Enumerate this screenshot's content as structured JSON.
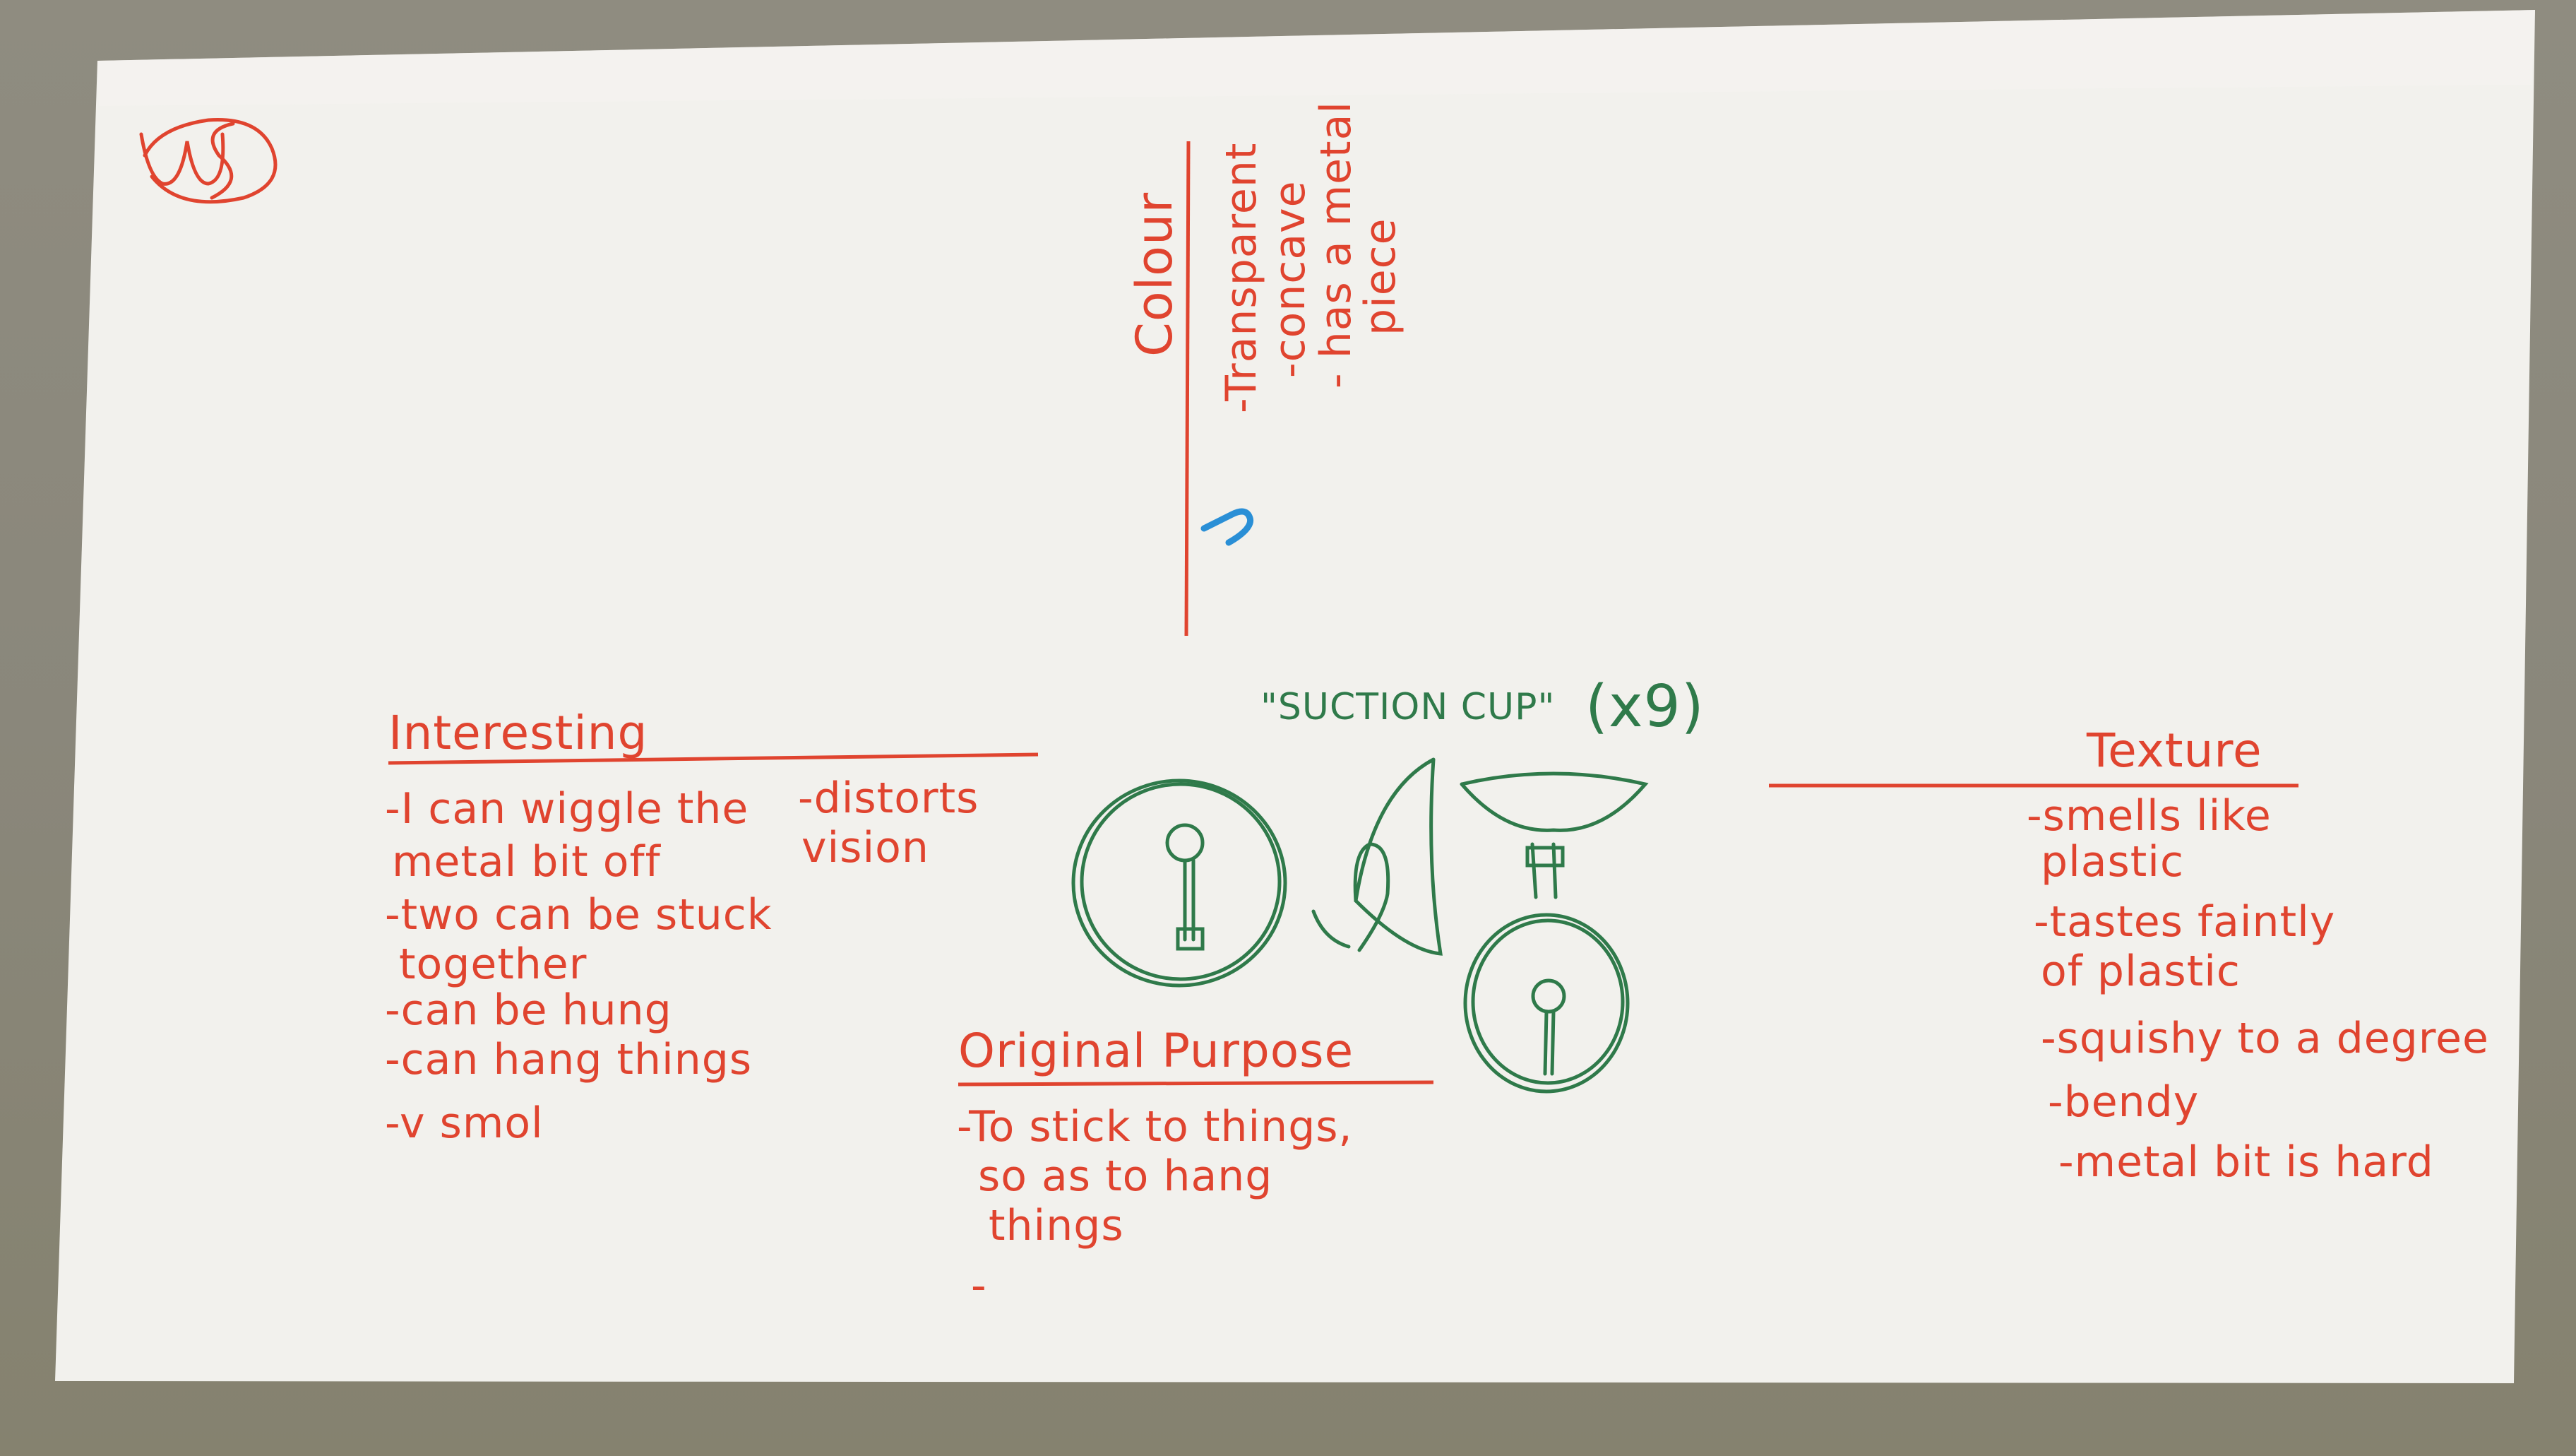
{
  "colors": {
    "paper": "#f2f1ed",
    "table": "#8a877b",
    "red_ink": "#e0442f",
    "green_ink": "#2f7a4a",
    "blue_ink": "#2a8fd6"
  },
  "colour_section": {
    "heading": "Colour",
    "items": [
      "-Transparent",
      "-concave",
      "- has a metal",
      "piece"
    ]
  },
  "interesting_section": {
    "heading": "Interesting",
    "items": [
      "-I can wiggle the",
      "metal bit off",
      "-two can be stuck",
      "together",
      "-can be hung",
      "-can hang things",
      "-v smol"
    ],
    "side_items": [
      "-distorts",
      "vision"
    ]
  },
  "object_label": {
    "name": "\"SUCTION CUP\"",
    "count": "(x9)"
  },
  "texture_section": {
    "heading": "Texture",
    "items": [
      "-smells like",
      "plastic",
      "-tastes faintly",
      "of plastic",
      "-squishy to a degree",
      "-bendy",
      "-metal bit is hard"
    ]
  },
  "purpose_section": {
    "heading": "Original Purpose",
    "items": [
      "-To stick to things,",
      "so as to hang",
      "things",
      "-"
    ]
  },
  "initials": "WS"
}
